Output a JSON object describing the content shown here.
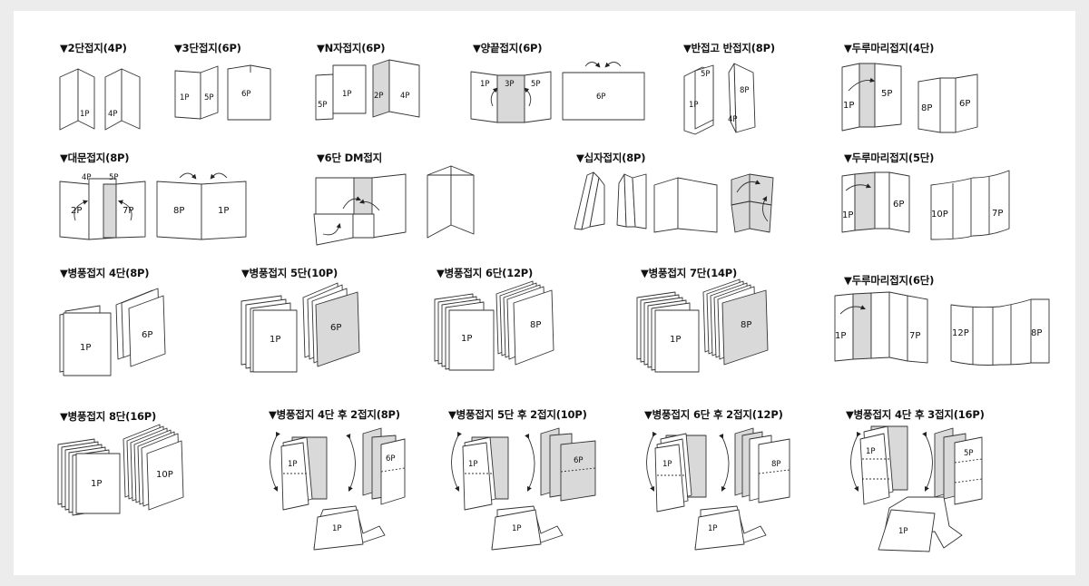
{
  "titles": {
    "t1": "▼2단접지(4P)",
    "t2": "▼3단접지(6P)",
    "t3": "▼N자접지(6P)",
    "t4": "▼양끝접지(6P)",
    "t5": "▼반접고 반접지(8P)",
    "t6": "▼두루마리접지(4단)",
    "t7": "▼대문접지(8P)",
    "t8": "▼6단 DM접지",
    "t9": "▼십자접지(8P)",
    "t10": "▼두루마리접지(5단)",
    "t11": "▼병풍접지 4단(8P)",
    "t12": "▼병풍접지 5단(10P)",
    "t13": "▼병풍접지 6단(12P)",
    "t14": "▼병풍접지 7단(14P)",
    "t15": "▼두루마리접지(6단)",
    "t16": "▼병풍접지 8단(16P)",
    "t17": "▼병풍접지 4단 후 2접지(8P)",
    "t18": "▼병풍접지 5단 후 2접지(10P)",
    "t19": "▼병풍접지 6단 후 2접지(12P)",
    "t20": "▼병풍접지 4단 후 3접지(16P)"
  },
  "pages": {
    "p1P": "1P",
    "p2P": "2P",
    "p3P": "3P",
    "p4P": "4P",
    "p5P": "5P",
    "p6P": "6P",
    "p7P": "7P",
    "p8P": "8P",
    "p10P": "10P",
    "p12P": "12P"
  },
  "colors": {
    "line": "#333333",
    "paper": "#ffffff",
    "shade": "#d9d9d9",
    "panel": "#ffffff",
    "background": "#ececec"
  }
}
